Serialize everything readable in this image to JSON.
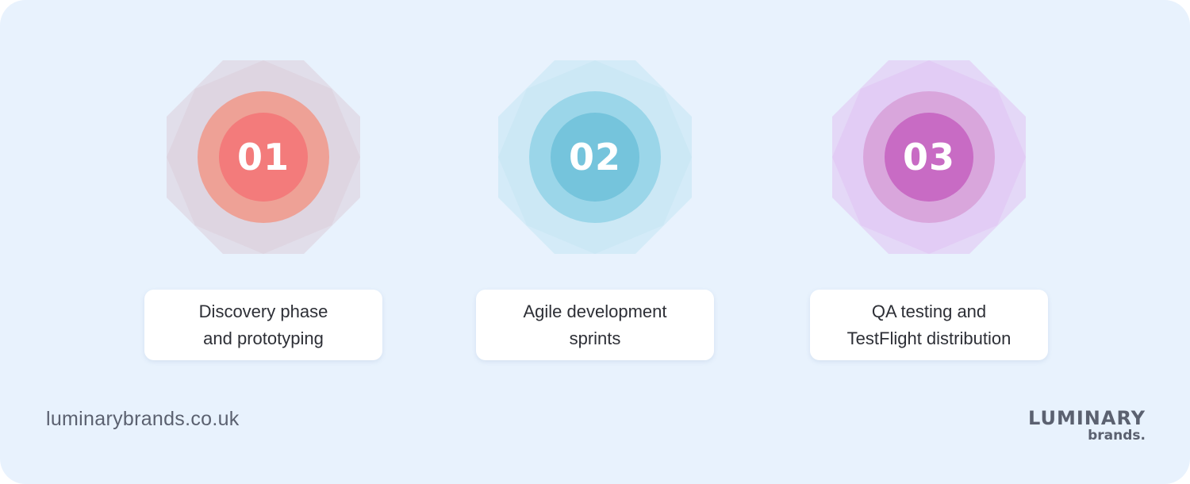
{
  "steps": [
    {
      "number": "01",
      "line1": "Discovery phase",
      "line2": "and prototyping",
      "colors": {
        "octagon": "#d9c5d2",
        "outer": "#eea196",
        "inner": "#f37b7b"
      }
    },
    {
      "number": "02",
      "line1": "Agile development",
      "line2": "sprints",
      "colors": {
        "octagon": "#bde3f2",
        "outer": "#9bd6e9",
        "inner": "#75c4dc"
      }
    },
    {
      "number": "03",
      "line1": "QA testing and",
      "line2": "TestFlight distribution",
      "colors": {
        "octagon": "#dfb7f0",
        "outer": "#d9a6dc",
        "inner": "#c86bc4"
      }
    }
  ],
  "footer": {
    "url": "luminarybrands.co.uk",
    "logo_top": "LUMINARY",
    "logo_bottom": "brands."
  }
}
